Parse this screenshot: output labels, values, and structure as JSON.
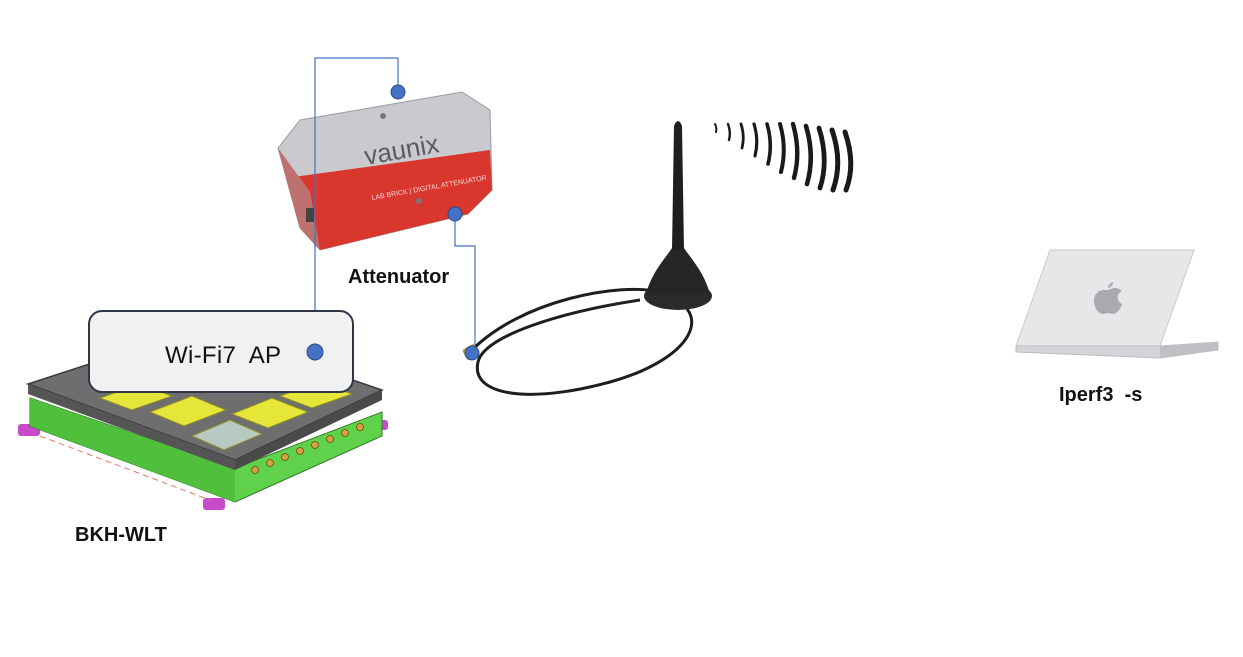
{
  "labels": {
    "attenuator": "Attenuator",
    "ap": "Wi-Fi7  AP",
    "chamber": "BKH-WLT",
    "client": "Iperf3  -s",
    "attenuator_brand": "vaunix",
    "attenuator_subtitle": "LAB BRICK | DIGITAL ATTENUATOR"
  },
  "colors": {
    "connector_dot": "#4472c4",
    "link_line": "#4472c4",
    "attenuator_red": "#d9362d",
    "attenuator_silver": "#c9c9ce",
    "chamber_green": "#5fd14a",
    "chamber_lid": "#6b6b6b",
    "chamber_window": "#e6e63a",
    "laptop_silver": "#e4e4e6"
  },
  "icons": [
    "attenuator-device",
    "antenna-icon",
    "radio-waves-icon",
    "laptop-icon",
    "apple-logo-icon",
    "shield-chamber-device"
  ]
}
